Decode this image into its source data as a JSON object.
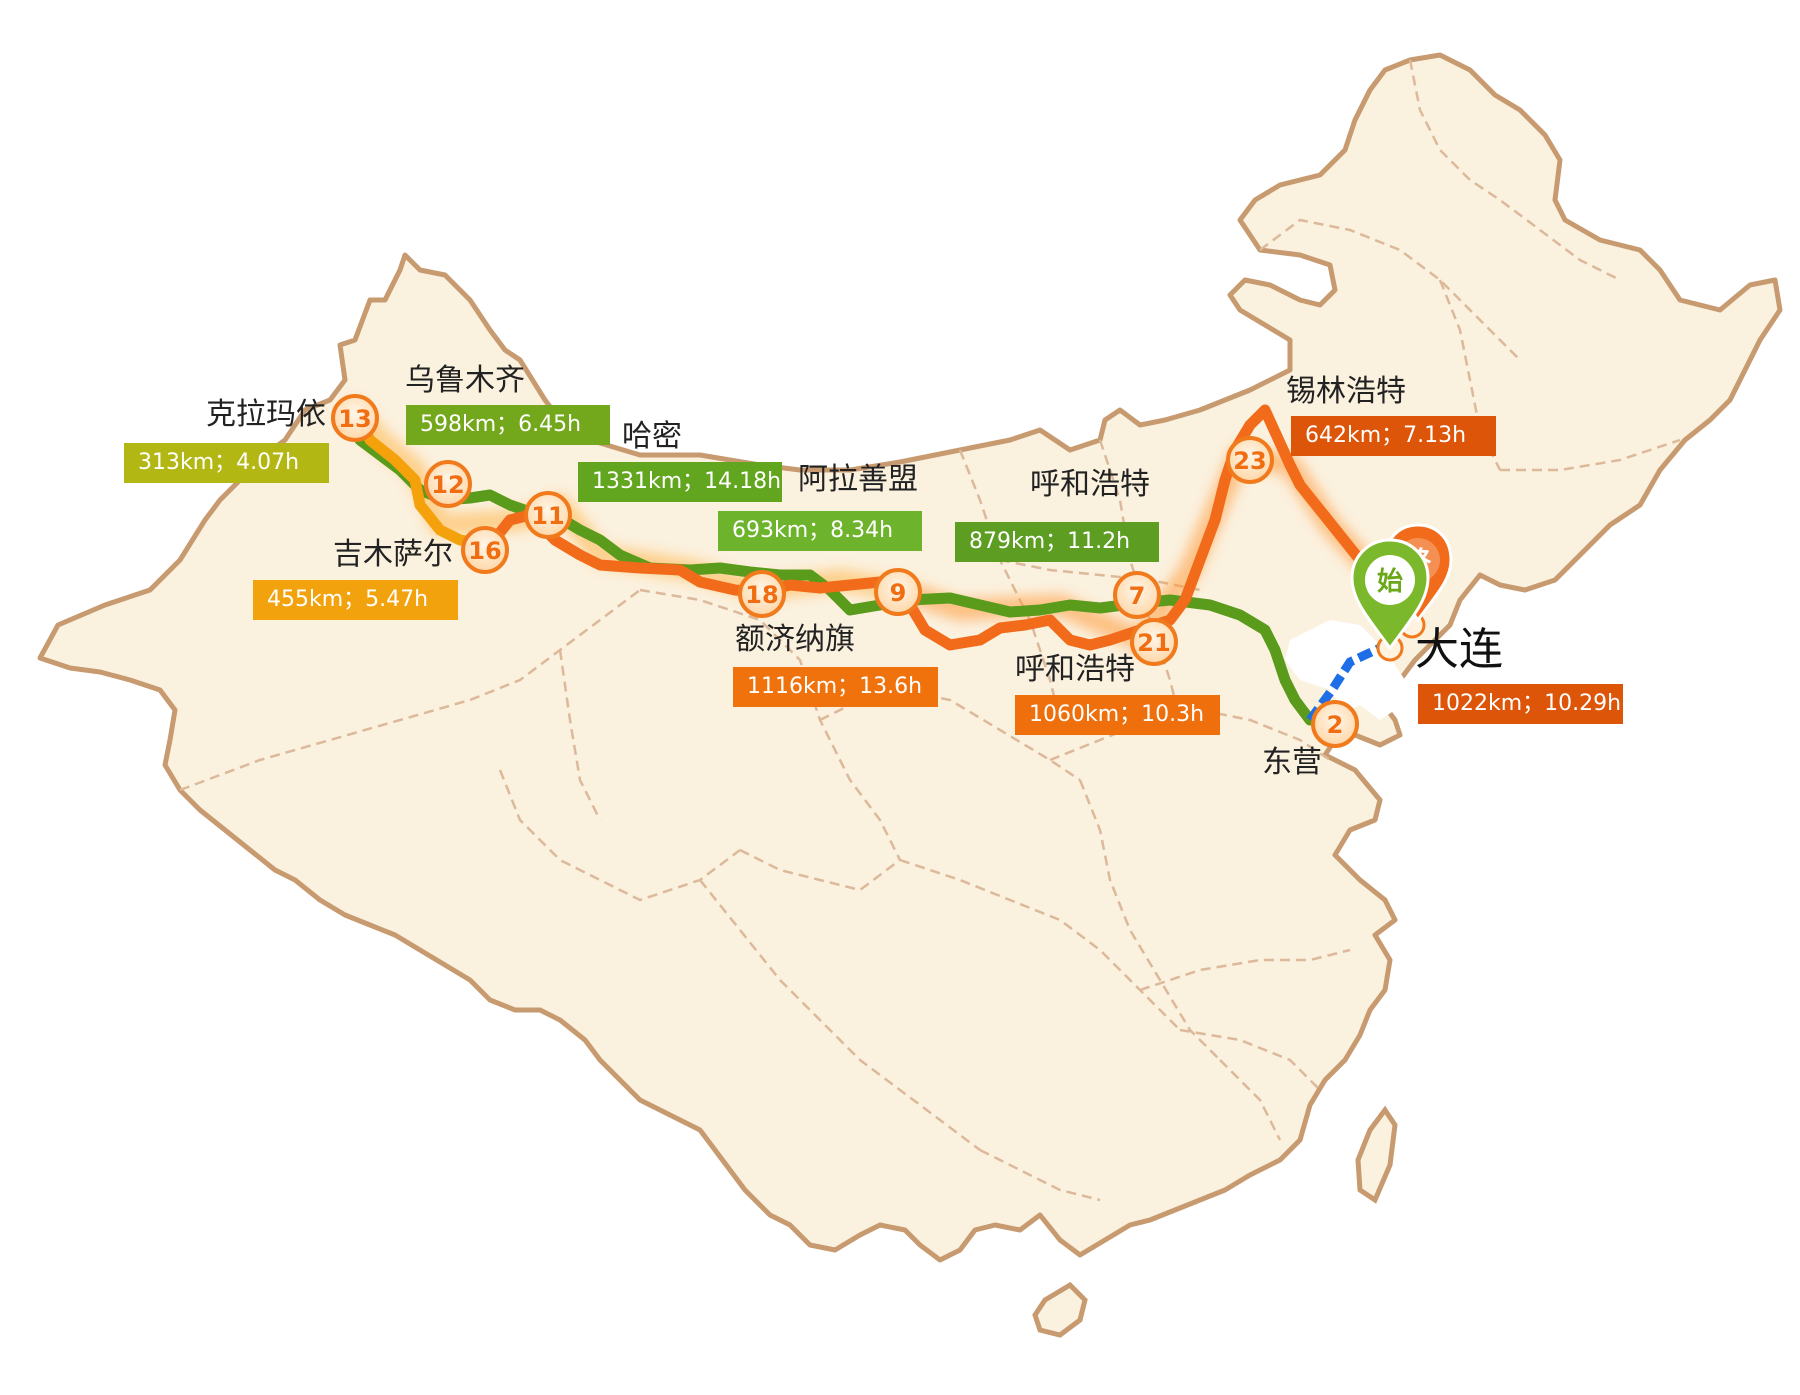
{
  "route_colors": {
    "green": "#5a9b1c",
    "green_light": "#8ab821",
    "orange": "#f26b1b",
    "yellow": "#f4a10c",
    "ferry": "#1e6ee8"
  },
  "cities": {
    "kelamayi": "克拉玛依",
    "urumqi": "乌鲁木齐",
    "hami": "哈密",
    "jimusaer": "吉木萨尔",
    "alashan": "阿拉善盟",
    "hohhot_north": "呼和浩特",
    "ejina": "额济纳旗",
    "hohhot_south": "呼和浩特",
    "xilinhot": "锡林浩特",
    "dalian": "大连",
    "dongying": "东营"
  },
  "segments": {
    "kelamayi": {
      "label": "313km；4.07h",
      "color": "#b3b714"
    },
    "urumqi": {
      "label": "598km；6.45h",
      "color": "#74a81c"
    },
    "hami": {
      "label": "1331km；14.18h",
      "color": "#62a51e"
    },
    "jimusaer": {
      "label": "455km；5.47h",
      "color": "#f2a20d"
    },
    "alashan": {
      "label": "693km；8.34h",
      "color": "#6db42c"
    },
    "hohhot_north": {
      "label": "879km；11.2h",
      "color": "#5c9d22"
    },
    "ejina": {
      "label": "1116km；13.6h",
      "color": "#ef720c"
    },
    "hohhot_south": {
      "label": "1060km；10.3h",
      "color": "#ef6f0c"
    },
    "xilinhot": {
      "label": "642km；7.13h",
      "color": "#dd5508"
    },
    "dalian": {
      "label": "1022km；10.29h",
      "color": "#dd5508"
    }
  },
  "stops": {
    "s13": "13",
    "s12": "12",
    "s16": "16",
    "s11": "11",
    "s18": "18",
    "s9": "9",
    "s7": "7",
    "s21": "21",
    "s23": "23",
    "s2": "2"
  },
  "pins": {
    "start": "始",
    "end": "终"
  }
}
